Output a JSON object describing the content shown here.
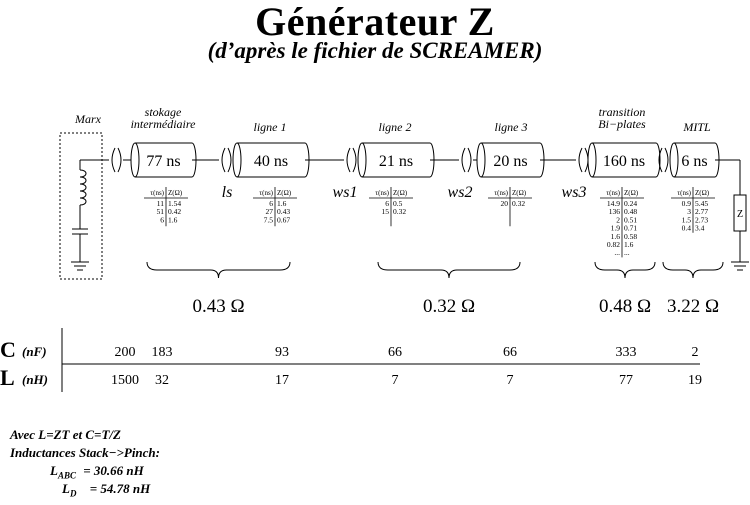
{
  "title": "Générateur Z",
  "subtitle": "(d’après le fichier de SCREAMER)",
  "sections": [
    {
      "label": "Marx",
      "delay": ""
    },
    {
      "label": "stokage\nintermédiaire",
      "delay": "77 ns"
    },
    {
      "label": "ligne 1",
      "delay": "40 ns"
    },
    {
      "label": "ligne 2",
      "delay": "21 ns"
    },
    {
      "label": "ligne 3",
      "delay": "20 ns"
    },
    {
      "label": "transition\nBi−plates",
      "delay": "160 ns"
    },
    {
      "label": "MITL",
      "delay": "6 ns"
    }
  ],
  "switch_labels": [
    "ls",
    "ws1",
    "ws2",
    "ws3"
  ],
  "load_label": "Z",
  "table_headers": [
    "τ(ns)",
    "Z(Ω)"
  ],
  "tables": [
    {
      "tau": [
        "11",
        "51",
        "6"
      ],
      "z": [
        "1.54",
        "0.42",
        "1.6"
      ]
    },
    {
      "tau": [
        "6",
        "27",
        "7.5"
      ],
      "z": [
        "1.6",
        "0.43",
        "0.67"
      ]
    },
    {
      "tau": [
        "6",
        "15"
      ],
      "z": [
        "0.5",
        "0.32"
      ]
    },
    {
      "tau": [
        "20"
      ],
      "z": [
        "0.32"
      ]
    },
    {
      "tau": [
        "14.9",
        "136",
        "2",
        "1.9",
        "1.6",
        "0.82",
        "..."
      ],
      "z": [
        "0.24",
        "0.48",
        "0.51",
        "0.71",
        "0.58",
        "1.6",
        "..."
      ]
    },
    {
      "tau": [
        "0.9",
        "3",
        "1.5",
        "0.4"
      ],
      "z": [
        "5.45",
        "2.77",
        "2.73",
        "3.4"
      ]
    }
  ],
  "impedances": [
    "0.43 Ω",
    "0.32 Ω",
    "0.48 Ω",
    "3.22 Ω"
  ],
  "capacitance_row": {
    "symbol": "C",
    "unit": "(nF)",
    "values": [
      "200",
      "183",
      "93",
      "66",
      "66",
      "333",
      "2"
    ]
  },
  "inductance_row": {
    "symbol": "L",
    "unit": "(nH)",
    "values": [
      "1500",
      "32",
      "17",
      "7",
      "7",
      "77",
      "19"
    ]
  },
  "footer": {
    "line1": "Avec L=ZT et C=T/Z",
    "line2": "Inductances Stack−>Pinch:",
    "i_abc_label": "L",
    "i_abc_sub": "ABC",
    "i_abc_value": "= 30.66 nH",
    "i_d_label": "L",
    "i_d_sub": "D",
    "i_d_value": "= 54.78 nH"
  }
}
